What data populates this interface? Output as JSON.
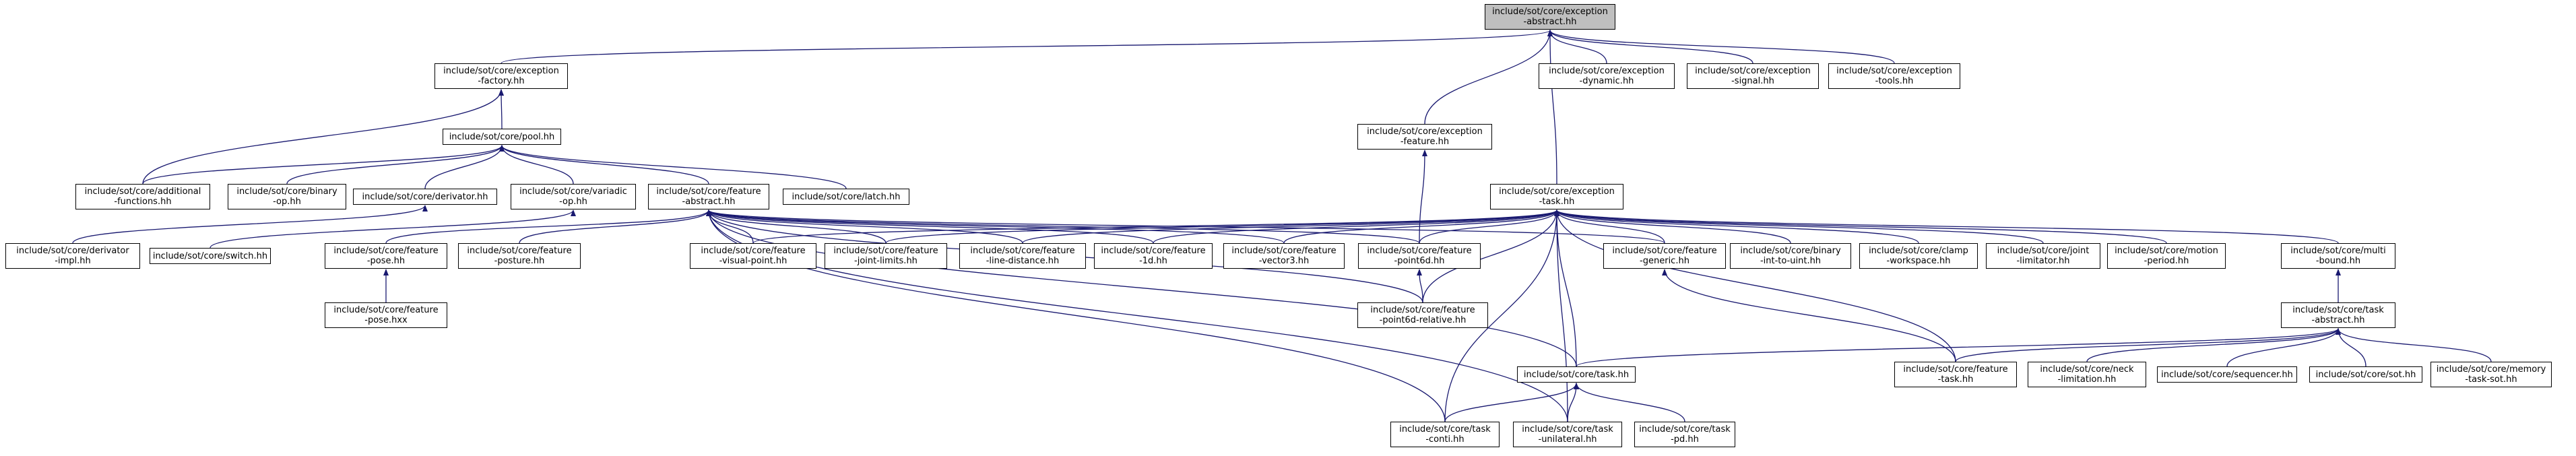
{
  "colors": {
    "edge": "#191970",
    "root_fill": "#bfbfbf",
    "node_fill": "#ffffff",
    "node_border": "#000000"
  },
  "nodes": [
    {
      "id": "exc_abstract",
      "label": "include/sot/core/exception\n-abstract.hh",
      "root": true
    },
    {
      "id": "exc_factory",
      "label": "include/sot/core/exception\n-factory.hh"
    },
    {
      "id": "exc_dynamic",
      "label": "include/sot/core/exception\n-dynamic.hh"
    },
    {
      "id": "exc_signal",
      "label": "include/sot/core/exception\n-signal.hh"
    },
    {
      "id": "exc_tools",
      "label": "include/sot/core/exception\n-tools.hh"
    },
    {
      "id": "exc_feature",
      "label": "include/sot/core/exception\n-feature.hh"
    },
    {
      "id": "exc_task",
      "label": "include/sot/core/exception\n-task.hh"
    },
    {
      "id": "pool",
      "label": "include/sot/core/pool.hh"
    },
    {
      "id": "additional",
      "label": "include/sot/core/additional\n-functions.hh"
    },
    {
      "id": "binary_op",
      "label": "include/sot/core/binary\n-op.hh"
    },
    {
      "id": "derivator",
      "label": "include/sot/core/derivator.hh"
    },
    {
      "id": "variadic",
      "label": "include/sot/core/variadic\n-op.hh"
    },
    {
      "id": "feat_abstract",
      "label": "include/sot/core/feature\n-abstract.hh"
    },
    {
      "id": "latch",
      "label": "include/sot/core/latch.hh"
    },
    {
      "id": "deriv_impl",
      "label": "include/sot/core/derivator\n-impl.hh"
    },
    {
      "id": "switch",
      "label": "include/sot/core/switch.hh"
    },
    {
      "id": "feat_pose",
      "label": "include/sot/core/feature\n-pose.hh"
    },
    {
      "id": "feat_posture",
      "label": "include/sot/core/feature\n-posture.hh"
    },
    {
      "id": "feat_visual",
      "label": "include/sot/core/feature\n-visual-point.hh"
    },
    {
      "id": "feat_joint",
      "label": "include/sot/core/feature\n-joint-limits.hh"
    },
    {
      "id": "feat_line",
      "label": "include/sot/core/feature\n-line-distance.hh"
    },
    {
      "id": "feat_1d",
      "label": "include/sot/core/feature\n-1d.hh"
    },
    {
      "id": "feat_vector3",
      "label": "include/sot/core/feature\n-vector3.hh"
    },
    {
      "id": "feat_point6d",
      "label": "include/sot/core/feature\n-point6d.hh"
    },
    {
      "id": "feat_generic",
      "label": "include/sot/core/feature\n-generic.hh"
    },
    {
      "id": "binary_int",
      "label": "include/sot/core/binary\n-int-to-uint.hh"
    },
    {
      "id": "clamp",
      "label": "include/sot/core/clamp\n-workspace.hh"
    },
    {
      "id": "joint_lim",
      "label": "include/sot/core/joint\n-limitator.hh"
    },
    {
      "id": "motion",
      "label": "include/sot/core/motion\n-period.hh"
    },
    {
      "id": "multi",
      "label": "include/sot/core/multi\n-bound.hh"
    },
    {
      "id": "feat_pose_hxx",
      "label": "include/sot/core/feature\n-pose.hxx"
    },
    {
      "id": "feat_p6d_rel",
      "label": "include/sot/core/feature\n-point6d-relative.hh"
    },
    {
      "id": "task_abstract",
      "label": "include/sot/core/task\n-abstract.hh"
    },
    {
      "id": "task",
      "label": "include/sot/core/task.hh"
    },
    {
      "id": "feat_task",
      "label": "include/sot/core/feature\n-task.hh"
    },
    {
      "id": "neck",
      "label": "include/sot/core/neck\n-limitation.hh"
    },
    {
      "id": "sequencer",
      "label": "include/sot/core/sequencer.hh"
    },
    {
      "id": "sot",
      "label": "include/sot/core/sot.hh"
    },
    {
      "id": "memory",
      "label": "include/sot/core/memory\n-task-sot.hh"
    },
    {
      "id": "task_conti",
      "label": "include/sot/core/task\n-conti.hh"
    },
    {
      "id": "task_unilateral",
      "label": "include/sot/core/task\n-unilateral.hh"
    },
    {
      "id": "task_pd",
      "label": "include/sot/core/task\n-pd.hh"
    }
  ],
  "edges": [
    [
      "exc_factory",
      "exc_abstract"
    ],
    [
      "exc_dynamic",
      "exc_abstract"
    ],
    [
      "exc_signal",
      "exc_abstract"
    ],
    [
      "exc_tools",
      "exc_abstract"
    ],
    [
      "exc_feature",
      "exc_abstract"
    ],
    [
      "exc_task",
      "exc_abstract"
    ],
    [
      "additional",
      "exc_factory"
    ],
    [
      "pool",
      "exc_factory"
    ],
    [
      "additional",
      "pool"
    ],
    [
      "binary_op",
      "pool"
    ],
    [
      "derivator",
      "pool"
    ],
    [
      "variadic",
      "pool"
    ],
    [
      "feat_abstract",
      "pool"
    ],
    [
      "latch",
      "pool"
    ],
    [
      "deriv_impl",
      "derivator"
    ],
    [
      "switch",
      "variadic"
    ],
    [
      "feat_point6d",
      "exc_feature"
    ],
    [
      "feat_pose",
      "feat_abstract"
    ],
    [
      "feat_posture",
      "feat_abstract"
    ],
    [
      "feat_visual",
      "feat_abstract"
    ],
    [
      "feat_joint",
      "feat_abstract"
    ],
    [
      "feat_line",
      "feat_abstract"
    ],
    [
      "feat_1d",
      "feat_abstract"
    ],
    [
      "feat_vector3",
      "feat_abstract"
    ],
    [
      "feat_point6d",
      "feat_abstract"
    ],
    [
      "feat_generic",
      "feat_abstract"
    ],
    [
      "feat_p6d_rel",
      "feat_abstract"
    ],
    [
      "task",
      "feat_abstract"
    ],
    [
      "task_conti",
      "feat_abstract"
    ],
    [
      "task_unilateral",
      "feat_abstract"
    ],
    [
      "feat_visual",
      "exc_task"
    ],
    [
      "feat_joint",
      "exc_task"
    ],
    [
      "feat_line",
      "exc_task"
    ],
    [
      "feat_1d",
      "exc_task"
    ],
    [
      "feat_vector3",
      "exc_task"
    ],
    [
      "feat_point6d",
      "exc_task"
    ],
    [
      "feat_generic",
      "exc_task"
    ],
    [
      "binary_int",
      "exc_task"
    ],
    [
      "clamp",
      "exc_task"
    ],
    [
      "joint_lim",
      "exc_task"
    ],
    [
      "motion",
      "exc_task"
    ],
    [
      "multi",
      "exc_task"
    ],
    [
      "feat_p6d_rel",
      "exc_task"
    ],
    [
      "task",
      "exc_task"
    ],
    [
      "task_conti",
      "exc_task"
    ],
    [
      "feat_task",
      "exc_task"
    ],
    [
      "task_unilateral",
      "exc_task"
    ],
    [
      "feat_pose_hxx",
      "feat_pose"
    ],
    [
      "feat_p6d_rel",
      "feat_point6d"
    ],
    [
      "task_abstract",
      "multi"
    ],
    [
      "feat_task",
      "feat_generic"
    ],
    [
      "task",
      "task_abstract"
    ],
    [
      "feat_task",
      "task_abstract"
    ],
    [
      "neck",
      "task_abstract"
    ],
    [
      "sequencer",
      "task_abstract"
    ],
    [
      "sot",
      "task_abstract"
    ],
    [
      "memory",
      "task_abstract"
    ],
    [
      "task_conti",
      "task"
    ],
    [
      "task_unilateral",
      "task"
    ],
    [
      "task_pd",
      "task"
    ]
  ]
}
